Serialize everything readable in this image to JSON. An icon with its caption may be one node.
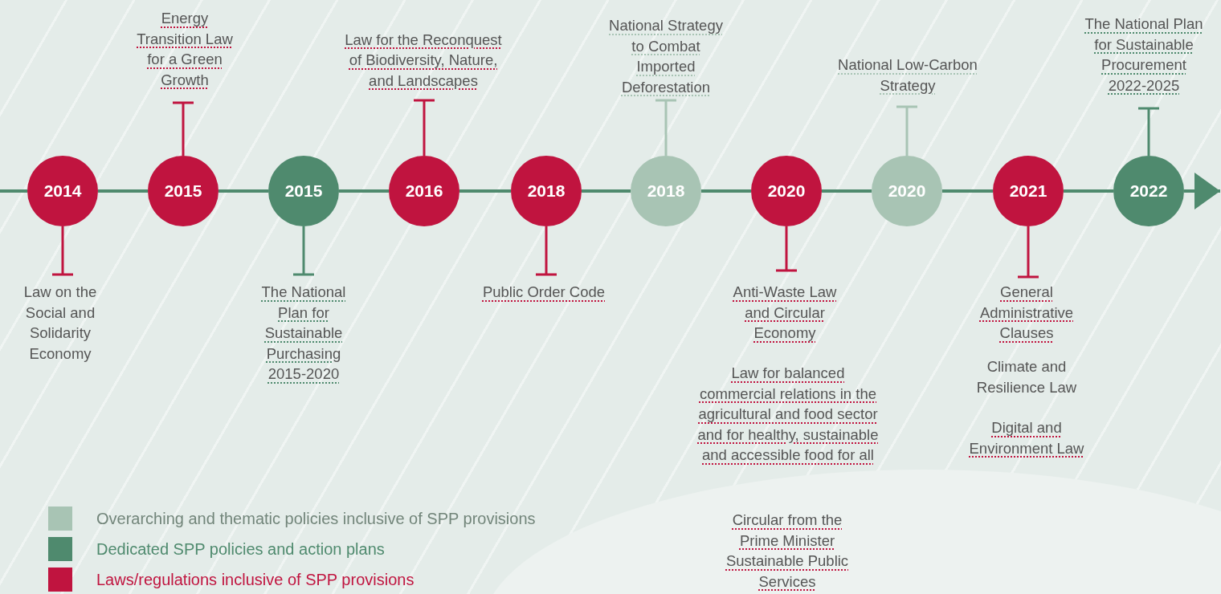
{
  "diagram": {
    "nodes": [
      {
        "text": [
          "2014"
        ]
      },
      {
        "text": [
          "2015"
        ]
      },
      {
        "text": [
          "2015"
        ]
      },
      {
        "text": [
          "2016"
        ]
      },
      {
        "text": [
          "2018"
        ]
      },
      {
        "text": [
          "2018"
        ]
      },
      {
        "text": [
          "2020"
        ]
      },
      {
        "text": [
          "2020"
        ]
      },
      {
        "text": [
          "2021"
        ]
      },
      {
        "text": [
          "2022"
        ]
      },
      {
        "text": [
          "Law on the Social and Solidarity Economy"
        ]
      },
      {
        "text": [
          "Energy Transition Law for a Green Growth"
        ]
      },
      {
        "text": [
          "The National Plan for Sustainable Purchasing 2015-2020"
        ]
      },
      {
        "text": [
          "Law for the Reconquest of Biodiversity, Nature, and Landscapes"
        ]
      },
      {
        "text": [
          "Public Order Code"
        ]
      },
      {
        "text": [
          "National Strategy to Combat Imported Deforestation"
        ]
      },
      {
        "text": [
          "Anti-Waste Law and Circular Economy"
        ]
      },
      {
        "text": [
          "Law for balanced commercial relations in the agricultural and food sector and for healthy, sustainable and accessible food for all"
        ]
      },
      {
        "text": [
          "Circular from the Prime Minister Sustainable Public Services"
        ]
      },
      {
        "text": [
          "National Low-Carbon Strategy"
        ]
      },
      {
        "text": [
          "General Administrative Clauses"
        ]
      },
      {
        "text": [
          "Climate and Resilience Law"
        ]
      },
      {
        "text": [
          "Digital and Environment Law"
        ]
      },
      {
        "text": [
          "The National Plan for Sustainable Procurement 2022-2025"
        ]
      }
    ],
    "edges": [
      {
        "from": null,
        "to": 0,
        "arrow": "none"
      },
      {
        "from": 0,
        "to": 1,
        "arrow": "none"
      },
      {
        "from": 1,
        "to": 2,
        "arrow": "none"
      },
      {
        "from": 2,
        "to": 3,
        "arrow": "none"
      },
      {
        "from": 3,
        "to": 4,
        "arrow": "none"
      },
      {
        "from": 4,
        "to": 5,
        "arrow": "none"
      },
      {
        "from": 5,
        "to": 6,
        "arrow": "none"
      },
      {
        "from": 6,
        "to": 7,
        "arrow": "none"
      },
      {
        "from": 7,
        "to": 8,
        "arrow": "none"
      },
      {
        "from": 8,
        "to": 9,
        "arrow": "none"
      },
      {
        "from": 9,
        "to": null,
        "arrow": "to"
      },
      {
        "from": 0,
        "to": 10,
        "arrow": "other",
        "color": "#c0143f"
      },
      {
        "from": 1,
        "to": 11,
        "arrow": "other",
        "color": "#c0143f"
      },
      {
        "from": 2,
        "to": 12,
        "arrow": "other"
      },
      {
        "from": 3,
        "to": 13,
        "arrow": "other",
        "color": "#c0143f"
      },
      {
        "from": 4,
        "to": 14,
        "arrow": "other",
        "color": "#c0143f"
      },
      {
        "from": 5,
        "to": 15,
        "arrow": "other",
        "color": "#a8c4b4"
      },
      {
        "from": 6,
        "to": 16,
        "arrow": "other",
        "color": "#c0143f"
      },
      {
        "from": 7,
        "to": 19,
        "arrow": "other",
        "color": "#a8c4b4"
      },
      {
        "from": 8,
        "to": 20,
        "arrow": "other",
        "color": "#c0143f"
      },
      {
        "from": 9,
        "to": 23,
        "arrow": "other"
      }
    ],
    "legend": [
      {
        "text": "Overarching and thematic policies inclusive of SPP provisions",
        "color": "#a8c4b4"
      },
      {
        "text": "Dedicated SPP policies and action plans",
        "color": "#4f8a6e"
      },
      {
        "text": "Laws/regulations inclusive of SPP provisions",
        "color": "#c0143f"
      }
    ]
  }
}
